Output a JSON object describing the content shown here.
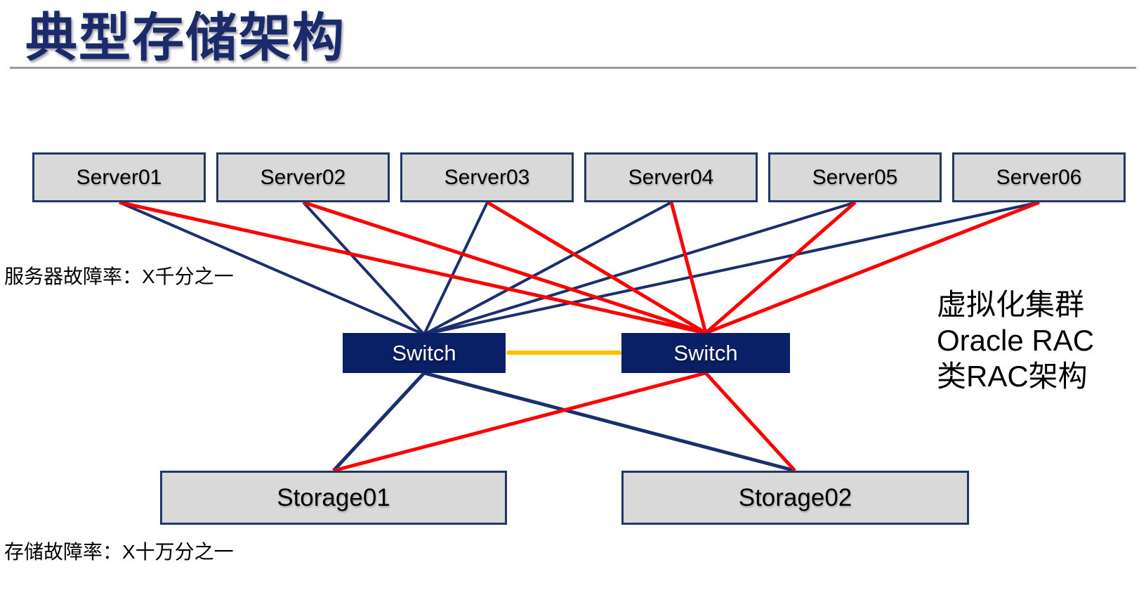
{
  "title": "典型存储架构",
  "annotations": {
    "server_failure_rate": "服务器故障率：X千分之一",
    "storage_failure_rate": "存储故障率：X十万分之一",
    "cluster_note_lines": [
      "虚拟化集群",
      "Oracle RAC",
      "类RAC架构"
    ]
  },
  "diagram": {
    "servers": [
      {
        "label": "Server01"
      },
      {
        "label": "Server02"
      },
      {
        "label": "Server03"
      },
      {
        "label": "Server04"
      },
      {
        "label": "Server05"
      },
      {
        "label": "Server06"
      }
    ],
    "switches": [
      {
        "label": "Switch"
      },
      {
        "label": "Switch"
      }
    ],
    "storages": [
      {
        "label": "Storage01"
      },
      {
        "label": "Storage02"
      }
    ],
    "links": {
      "server_to_left_switch": "navy blue line from every server to left switch",
      "server_to_right_switch": "red line from every server to right switch",
      "left_switch_to_storages": "navy blue lines to Storage01 and Storage02",
      "right_switch_to_storages": "red lines to Storage01 and Storage02",
      "inter_switch": "orange line between the two switches"
    }
  },
  "colors": {
    "title_text": "#1B2A6B",
    "node_fill": "#D9D9D9",
    "node_border": "#1F3864",
    "switch_fill": "#0A2066",
    "switch_text": "#FFFFFF",
    "navy_link": "#1B2F6E",
    "red_link": "#FF0000",
    "orange_link": "#FFC000",
    "divider": "#9A9A9A"
  }
}
